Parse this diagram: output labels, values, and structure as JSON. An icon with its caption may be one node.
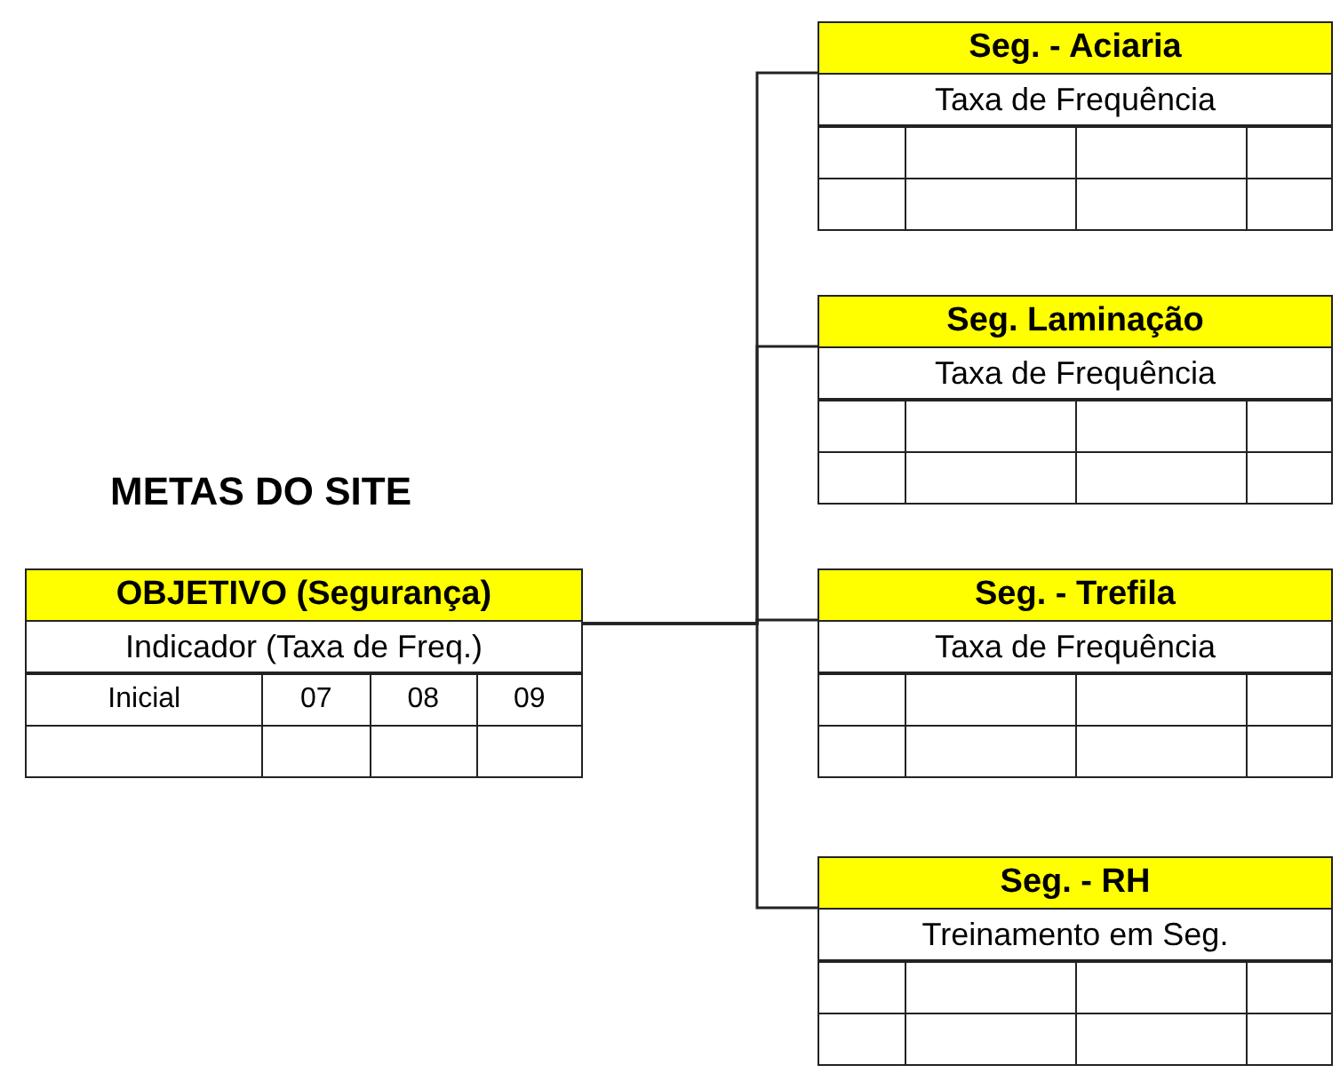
{
  "diagram": {
    "title": "METAS DO SITE",
    "nodes": [
      {
        "text": [
          "OBJETIVO (Segurança)",
          "Indicador (Taxa de Freq.)"
        ]
      },
      {
        "text": [
          "Seg. - Aciaria",
          "Taxa de Frequência"
        ]
      },
      {
        "text": [
          "Seg. Laminação",
          "Taxa de Frequência"
        ]
      },
      {
        "text": [
          "Seg. - Trefila",
          "Taxa de Frequência"
        ]
      },
      {
        "text": [
          "Seg. - RH",
          "Treinamento em Seg."
        ]
      }
    ],
    "edges": [
      {
        "from": 0,
        "to": 1,
        "arrow": "none"
      },
      {
        "from": 0,
        "to": 2,
        "arrow": "none"
      },
      {
        "from": 0,
        "to": 3,
        "arrow": "none"
      },
      {
        "from": 0,
        "to": 4,
        "arrow": "none"
      }
    ],
    "labels": [
      "Inicial",
      "07",
      "08",
      "09"
    ]
  }
}
